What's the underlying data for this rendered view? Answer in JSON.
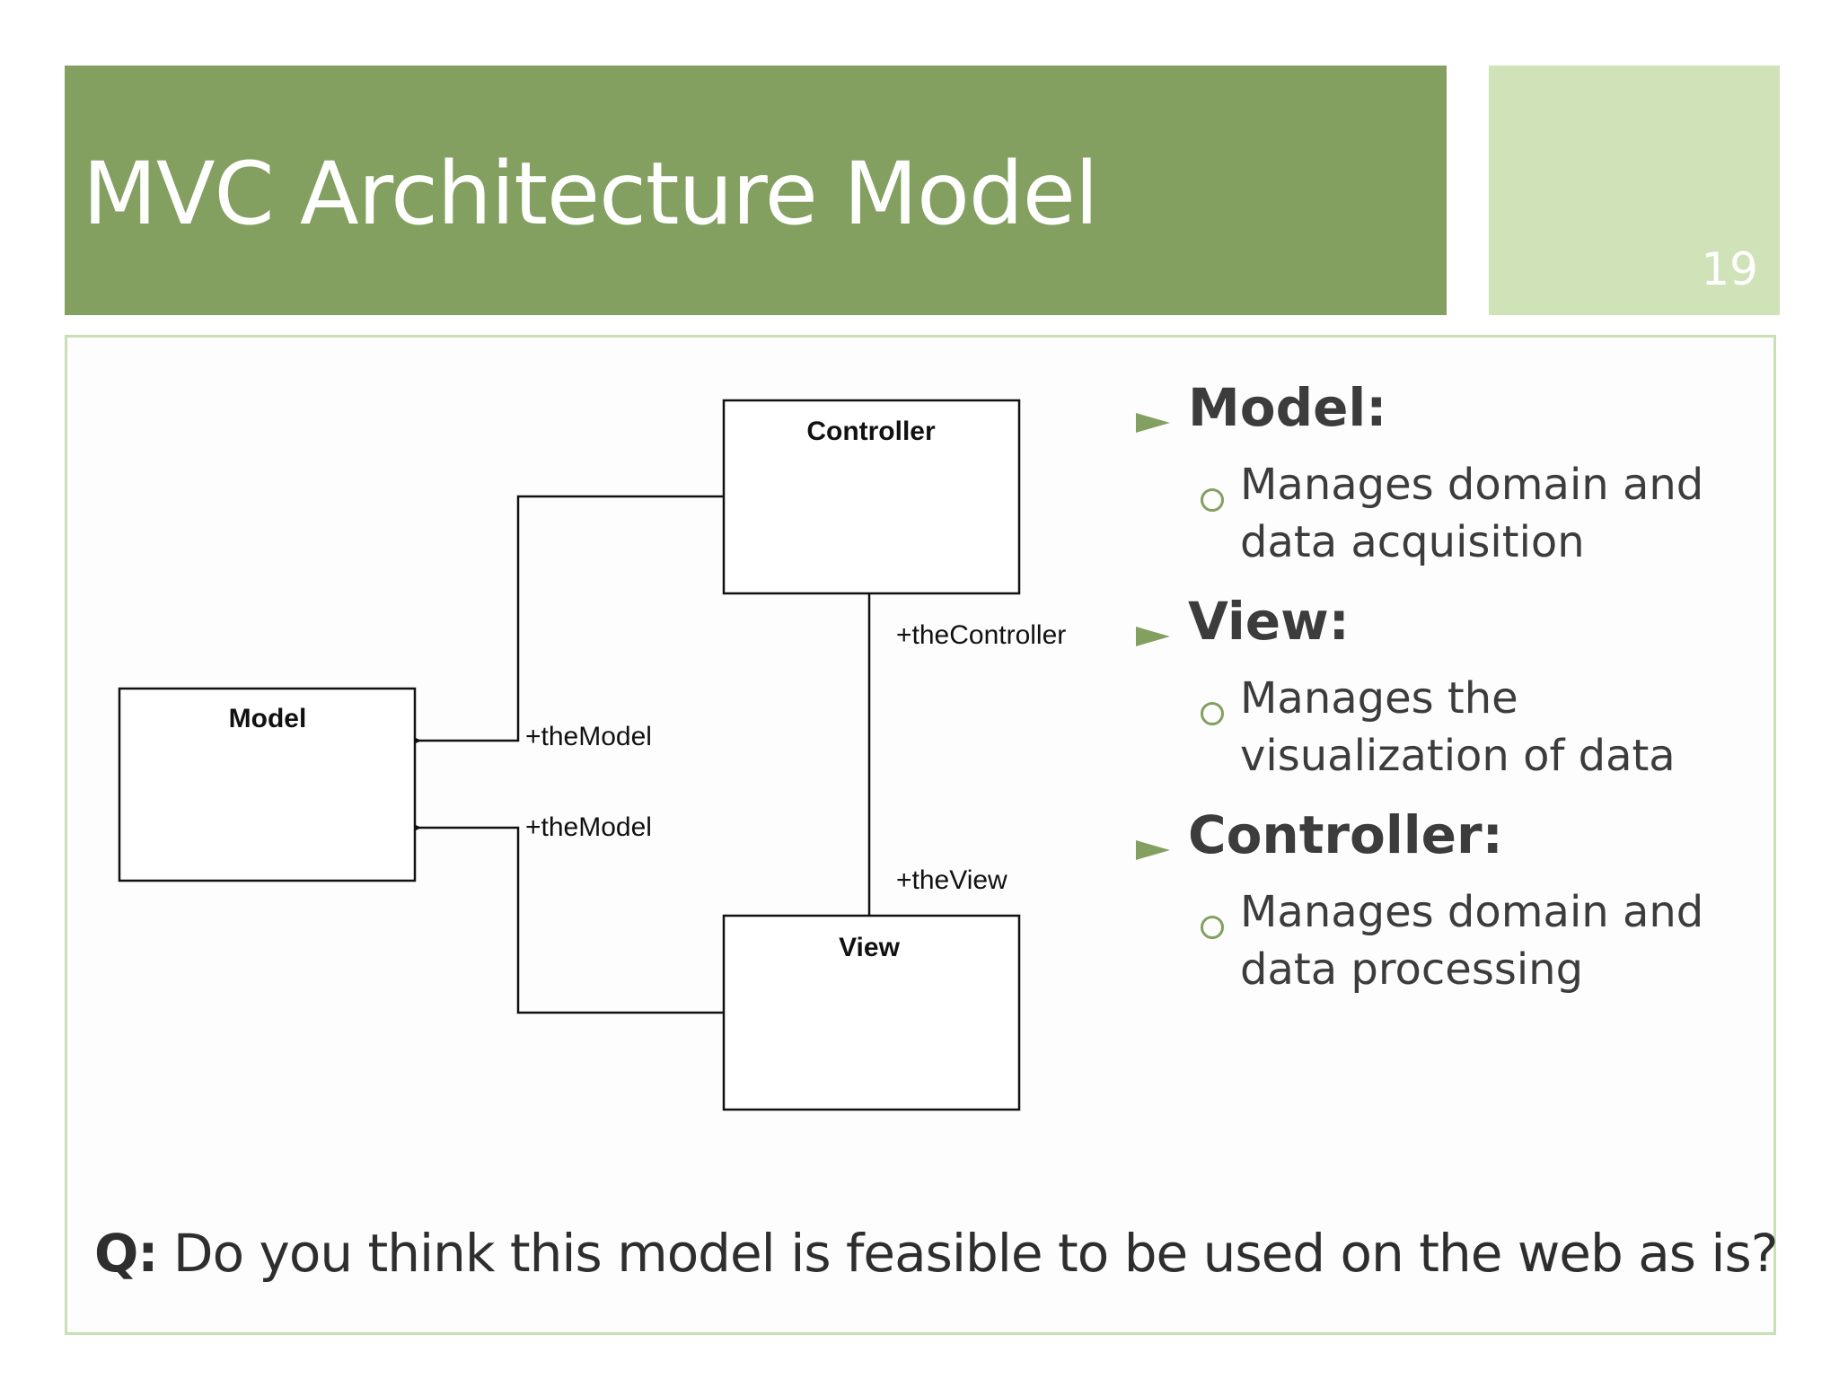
{
  "slide": {
    "title": "MVC Architecture Model",
    "number": "19"
  },
  "diagram": {
    "classes": {
      "controller": "Controller",
      "model": "Model",
      "view": "View"
    },
    "roles": {
      "the_controller": "+theController",
      "the_view": "+theView",
      "the_model_top": "+theModel",
      "the_model_bottom": "+theModel"
    }
  },
  "bullets": [
    {
      "title": "Model:",
      "detail_line1": "Manages domain and",
      "detail_line2": "data acquisition"
    },
    {
      "title": "View:",
      "detail_line1": "Manages the",
      "detail_line2": "visualization of data"
    },
    {
      "title": "Controller:",
      "detail_line1": "Manages domain and",
      "detail_line2": "data processing"
    }
  ],
  "question": {
    "prefix": "Q:",
    "text": " Do you think this model is feasible to be used on the web as is?"
  },
  "colors": {
    "title_bar": "#83a060",
    "number_box": "#cfe2b8",
    "content_border": "#c9dfb5",
    "text": "#3c3c3c"
  }
}
